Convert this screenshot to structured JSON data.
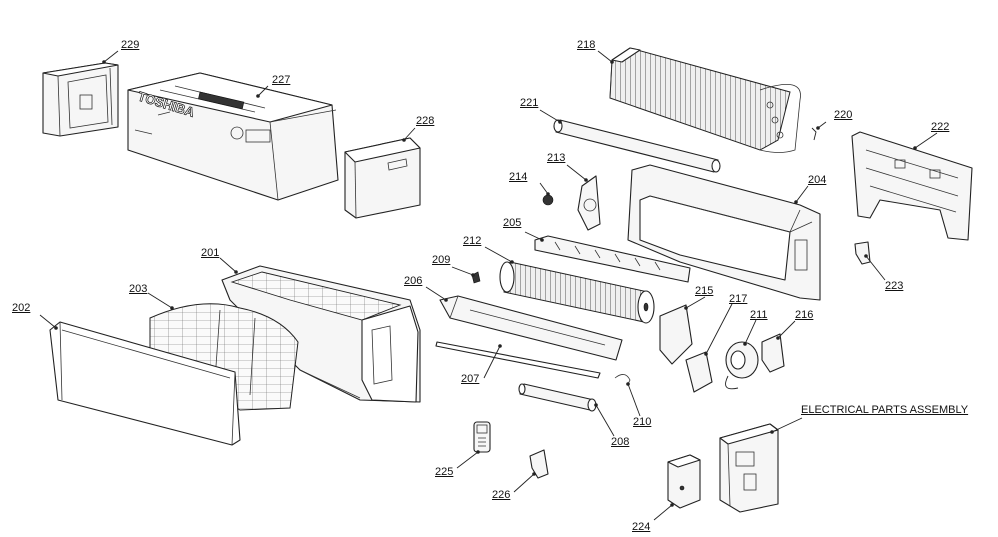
{
  "brand_text": "TOSHIBA",
  "labels": {
    "p201": "201",
    "p202": "202",
    "p203": "203",
    "p204": "204",
    "p205": "205",
    "p206": "206",
    "p207": "207",
    "p208": "208",
    "p209": "209",
    "p210": "210",
    "p211": "211",
    "p212": "212",
    "p213": "213",
    "p214": "214",
    "p215": "215",
    "p216": "216",
    "p217": "217",
    "p218": "218",
    "p220": "220",
    "p221": "221",
    "p222": "222",
    "p223": "223",
    "p224": "224",
    "p225": "225",
    "p226": "226",
    "p227": "227",
    "p228": "228",
    "p229": "229",
    "electrical": "ELECTRICAL PARTS ASSEMBLY"
  }
}
